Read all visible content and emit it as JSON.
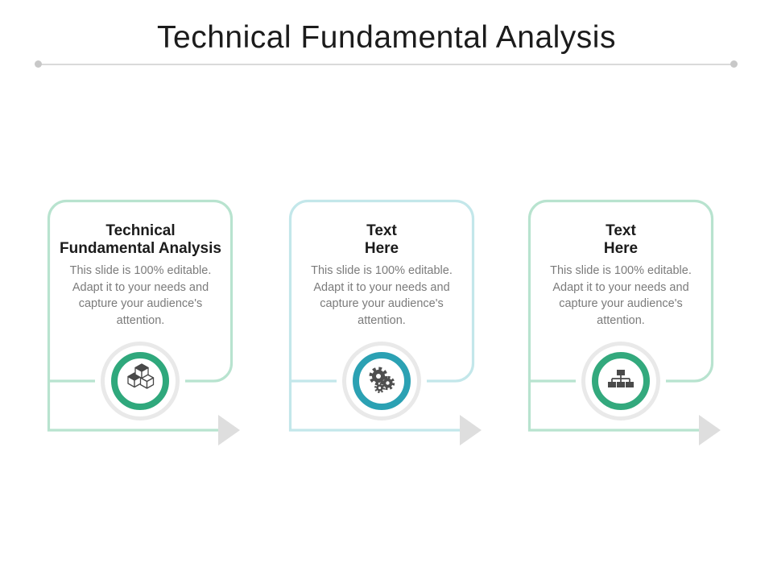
{
  "slide": {
    "title": "Technical Fundamental Analysis"
  },
  "divider": {
    "line_color": "#dadada",
    "dot_color": "#c8c8c8"
  },
  "arrow_color": "#dedede",
  "cards": [
    {
      "heading_line1": "Technical",
      "heading_line2": "Fundamental Analysis",
      "body": "This slide is 100% editable. Adapt it to your needs and capture your audience's attention.",
      "icon": "cubes-icon",
      "accent_color": "#2fa87c",
      "border_color": "#b8e3cf"
    },
    {
      "heading_line1": "Text",
      "heading_line2": "Here",
      "body": "This slide is 100% editable. Adapt it to your needs and capture your audience's attention.",
      "icon": "gears-icon",
      "accent_color": "#2ba1b3",
      "border_color": "#c3e7ea"
    },
    {
      "heading_line1": "Text",
      "heading_line2": "Here",
      "body": "This slide is 100% editable. Adapt it to your needs and capture your audience's attention.",
      "icon": "org-chart-icon",
      "accent_color": "#33a97d",
      "border_color": "#b8e3cf"
    }
  ]
}
